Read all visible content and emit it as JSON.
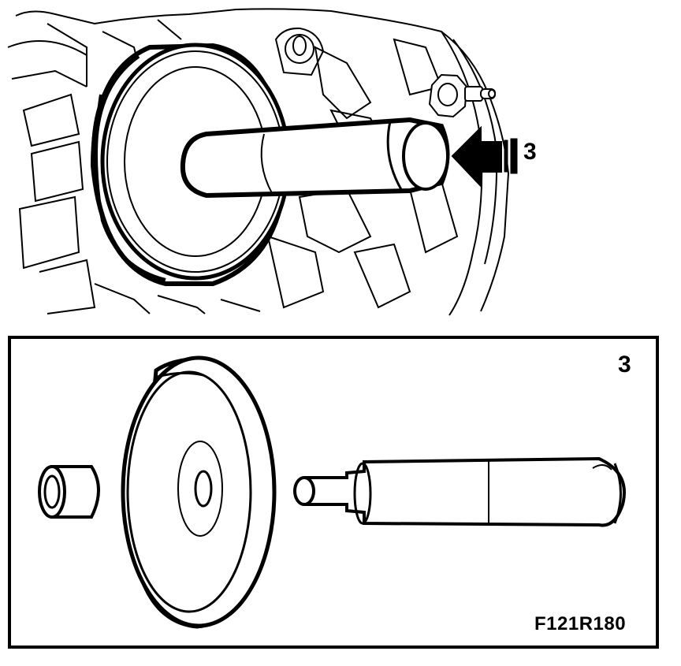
{
  "figure": {
    "callout_top": "3",
    "callout_box": "3",
    "figure_id": "F121R180"
  },
  "colors": {
    "line": "#000000",
    "fill": "#ffffff"
  }
}
